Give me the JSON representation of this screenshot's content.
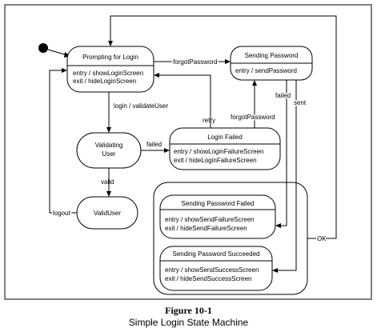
{
  "states": {
    "prompting": {
      "name": "Prompting for Login",
      "entry": "entry / showLoginScreen",
      "exit": "exit / hideLoginScreen"
    },
    "sending_password": {
      "name": "Sending Password",
      "entry": "entry / sendPassword"
    },
    "login_failed": {
      "name": "Login Failed",
      "entry": "entry / showLoginFailureScreen",
      "exit": "exit / hideLoginFailureScreen"
    },
    "validating": {
      "name_line1": "Validating",
      "name_line2": "User"
    },
    "valid_user": {
      "name": "ValidUser"
    },
    "send_failed": {
      "name": "Sending Password Failed",
      "entry": "entry / showSendFailureScreen",
      "exit": "exit / hideSendFailureScreen"
    },
    "send_succeeded": {
      "name": "Sending Password Succeeded",
      "entry": "entry / showSendSuccessScreen",
      "exit": "exit / hideSendSuccessScreen"
    }
  },
  "transitions": {
    "forgot_password_1": "forgotPassword",
    "forgot_password_2": "forgotPassword",
    "login_validate": "login / validateUser",
    "retry": "retry",
    "failed_validation": "failed",
    "valid": "valid",
    "logout": "logout",
    "failed_send": "failed",
    "sent": "sent",
    "ok": "OK"
  },
  "caption": {
    "figure_number": "Figure 10-1",
    "title": "Simple Login State Machine"
  }
}
